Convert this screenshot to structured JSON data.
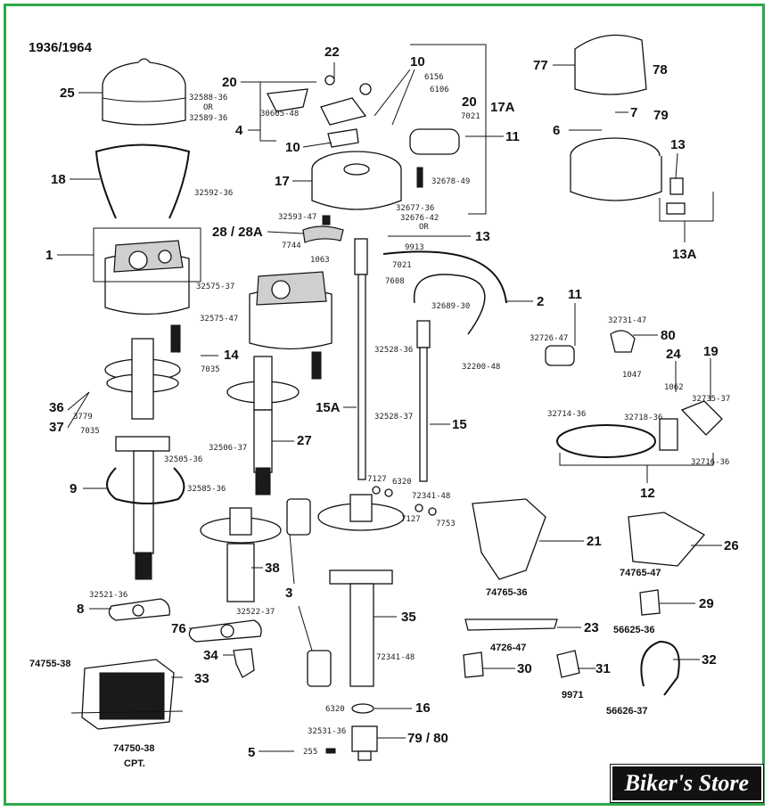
{
  "title": "1936/1964",
  "brand": "Biker's Store",
  "callouts": {
    "c25": "25",
    "c18": "18",
    "c1": "1",
    "c36": "36",
    "c37": "37",
    "c9": "9",
    "c8": "8",
    "c76": "76",
    "c34": "34",
    "c33": "33",
    "c5": "5",
    "c22": "22",
    "c20a": "20",
    "c4": "4",
    "c10a": "10",
    "c10b": "10",
    "c20b": "20",
    "c17A": "17A",
    "c11a": "11",
    "c17": "17",
    "c28": "28 / 28A",
    "c13a": "13",
    "c2": "2",
    "c14": "14",
    "c27": "27",
    "c15A": "15A",
    "c15": "15",
    "c38": "38",
    "c3": "3",
    "c35": "35",
    "c16": "16",
    "c7980": "79 / 80",
    "c77": "77",
    "c78": "78",
    "c7": "7",
    "c79": "79",
    "c6": "6",
    "c13b": "13",
    "c13A": "13A",
    "c11b": "11",
    "c80": "80",
    "c24": "24",
    "c19": "19",
    "c12": "12",
    "c21": "21",
    "c26": "26",
    "c29": "29",
    "c23": "23",
    "c30": "30",
    "c31": "31",
    "c32": "32"
  },
  "part_numbers": {
    "p32588": "32588-36",
    "por": "OR",
    "p32589": "32589-36",
    "p32592": "32592-36",
    "p32575a": "32575-37",
    "p32575b": "32575-47",
    "p7035a": "7035",
    "p3779": "3779",
    "p7035b": "7035",
    "p32505": "32505-36",
    "p32585": "32585-36",
    "p32521": "32521-36",
    "p32522": "32522-37",
    "p74755": "74755-38",
    "p74750": "74750-38",
    "pcpt": "CPT.",
    "p255": "255",
    "p30605": "30605-48",
    "p6156": "6156",
    "p6106": "6106",
    "p7021a": "7021",
    "p32678": "32678-49",
    "p32677": "32677-36",
    "p32676": "32676-42",
    "por2": "OR",
    "p32593": "32593-47",
    "p7744": "7744",
    "p1063": "1063",
    "p9913": "9913",
    "p7021b": "7021",
    "p7608": "7608",
    "p32689": "32689-30",
    "p32200": "32200-48",
    "p32528a": "32528-36",
    "p32528b": "32528-37",
    "p32506": "32506-37",
    "p7127a": "7127",
    "p6320a": "6320",
    "p72341a": "72341-48",
    "p7127b": "7127",
    "p7753": "7753",
    "p72341b": "72341-48",
    "p6320b": "6320",
    "p32531": "32531-36",
    "p32726": "32726-47",
    "p32731": "32731-47",
    "p1047": "1047",
    "p1062": "1062",
    "p32735": "32735-37",
    "p32714": "32714-36",
    "p32718": "32718-36",
    "p32716": "32716-36",
    "p74765a": "74765-36",
    "p74765b": "74765-47",
    "p4726": "4726-47",
    "p56625": "56625-36",
    "p9971": "9971",
    "p56626": "56626-37"
  },
  "colors": {
    "frame": "#2fa84a",
    "ink": "#111111",
    "background": "#ffffff"
  }
}
